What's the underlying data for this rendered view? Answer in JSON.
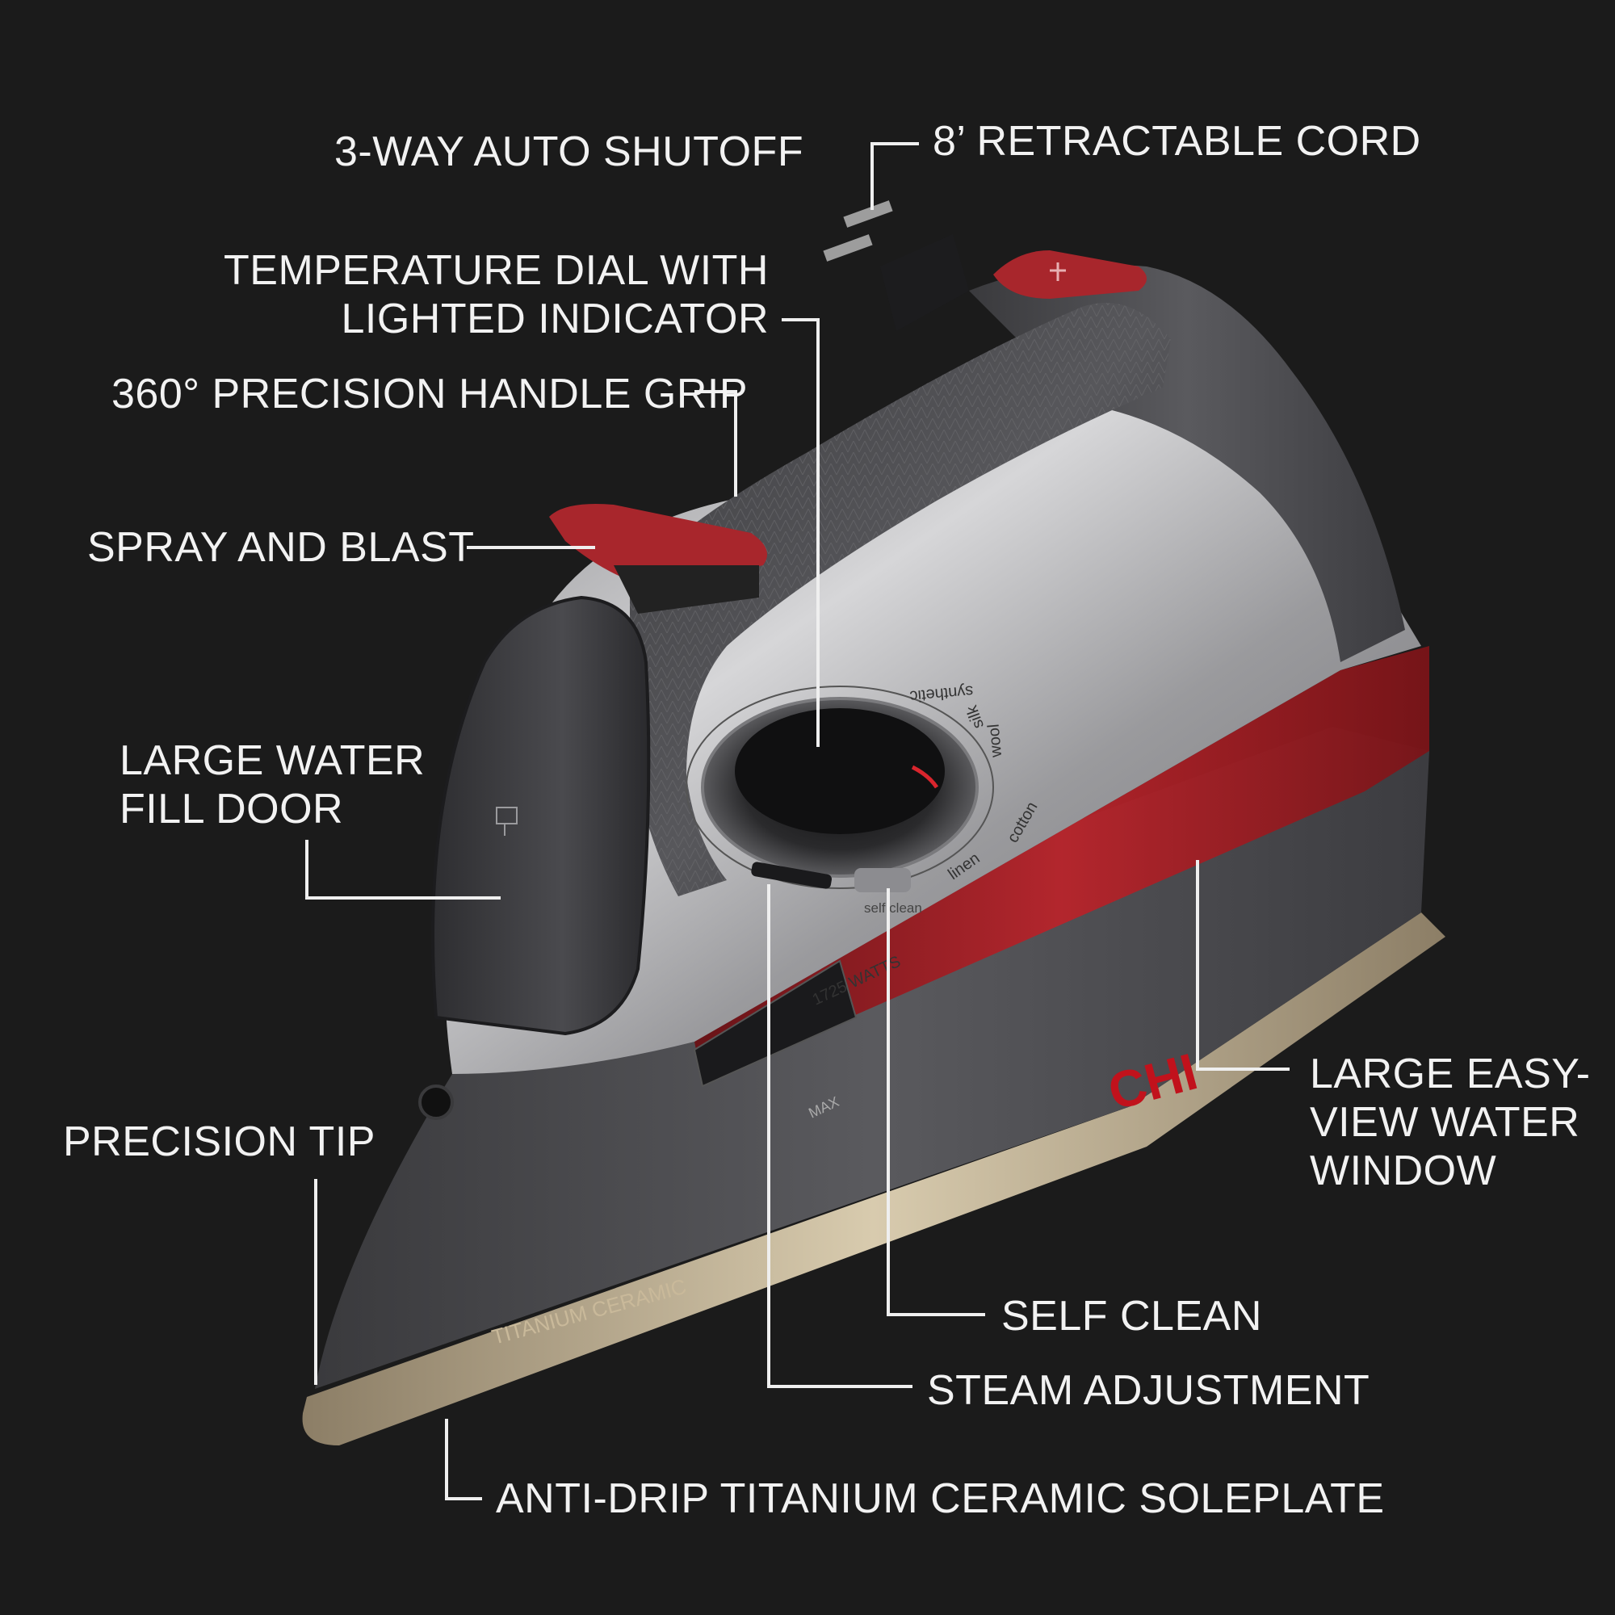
{
  "callouts": {
    "auto_shutoff": "3-WAY AUTO SHUTOFF",
    "retractable_cord": "8’ RETRACTABLE CORD",
    "temperature_dial_line1": "TEMPERATURE DIAL WITH",
    "temperature_dial_line2": "LIGHTED INDICATOR",
    "handle_grip": "360° PRECISION HANDLE GRIP",
    "spray_blast": "SPRAY AND BLAST",
    "water_fill_line1": "LARGE WATER",
    "water_fill_line2": "FILL DOOR",
    "precision_tip": "PRECISION TIP",
    "water_window_line1": "LARGE EASY-",
    "water_window_line2": "VIEW WATER",
    "water_window_line3": "WINDOW",
    "self_clean": "SELF CLEAN",
    "steam_adjustment": "STEAM ADJUSTMENT",
    "soleplate": "ANTI-DRIP TITANIUM CERAMIC SOLEPLATE"
  },
  "product": {
    "brand": "CHI",
    "soleplate_marking": "TITANIUM CERAMIC",
    "wattage": "1725 WATTS",
    "max_marking": "MAX",
    "self_clean_marking": "self clean",
    "dial_settings": [
      "synthetic",
      "silk",
      "wool",
      "cotton",
      "linen"
    ]
  },
  "colors": {
    "background": "#1b1b1b",
    "accent_red": "#b8242b",
    "body_silver": "#b9b9bb",
    "body_dark": "#4a4a4d",
    "soleplate_gold": "#c9b99a",
    "label_text": "#f2f2f2"
  }
}
